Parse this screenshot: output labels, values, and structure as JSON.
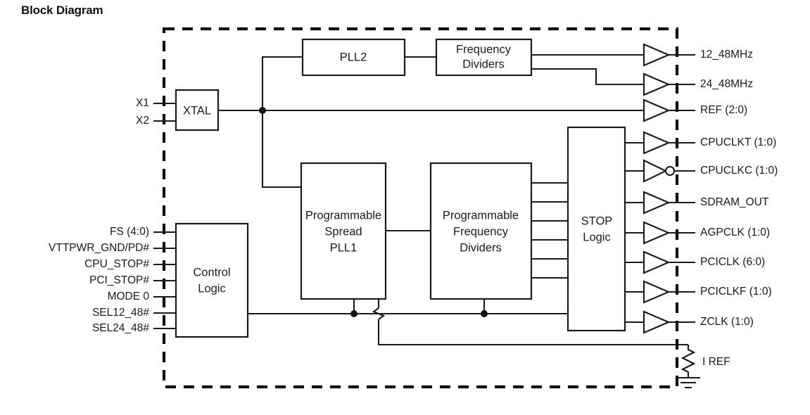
{
  "page": {
    "title": "Block Diagram",
    "background_color": "#ffffff",
    "line_color": "#1a1a1a"
  },
  "diagram": {
    "type": "block-diagram",
    "chip_boundary": {
      "style": "dashed",
      "note": "dashed rectangle denotes device package boundary"
    },
    "blocks": [
      {
        "id": "xtal",
        "label": "XTAL",
        "lines": [
          "XTAL"
        ]
      },
      {
        "id": "pll2",
        "label": "PLL2",
        "lines": [
          "PLL2"
        ]
      },
      {
        "id": "freqdiv",
        "label": "Frequency Dividers",
        "lines": [
          "Frequency",
          "Dividers"
        ]
      },
      {
        "id": "ctrl",
        "label": "Control Logic",
        "lines": [
          "Control",
          "Logic"
        ]
      },
      {
        "id": "pll1",
        "label": "Programmable Spread PLL1",
        "lines": [
          "Programmable",
          "Spread",
          "PLL1"
        ]
      },
      {
        "id": "progfreq",
        "label": "Programmable Frequency Dividers",
        "lines": [
          "Programmable",
          "Frequency",
          "Dividers"
        ]
      },
      {
        "id": "stop",
        "label": "STOP Logic",
        "lines": [
          "STOP",
          "Logic"
        ]
      }
    ],
    "inputs_left": [
      {
        "id": "x1",
        "label": "X1",
        "target": "xtal"
      },
      {
        "id": "x2",
        "label": "X2",
        "target": "xtal"
      },
      {
        "id": "fs",
        "label": "FS (4:0)",
        "target": "ctrl"
      },
      {
        "id": "vttpwr",
        "label": "VTTPWR_GND/PD#",
        "target": "ctrl"
      },
      {
        "id": "cpustop",
        "label": "CPU_STOP#",
        "target": "ctrl"
      },
      {
        "id": "pcistop",
        "label": "PCI_STOP#",
        "target": "ctrl"
      },
      {
        "id": "mode0",
        "label": "MODE 0",
        "target": "ctrl"
      },
      {
        "id": "sel12",
        "label": "SEL12_48#",
        "target": "ctrl"
      },
      {
        "id": "sel24",
        "label": "SEL24_48#",
        "target": "ctrl"
      }
    ],
    "outputs_right": [
      {
        "id": "o12_48",
        "label": "12_48MHz",
        "buffer": "non-inverting",
        "source": "freqdiv"
      },
      {
        "id": "o24_48",
        "label": "24_48MHz",
        "buffer": "non-inverting",
        "source": "freqdiv"
      },
      {
        "id": "oref",
        "label": "REF (2:0)",
        "buffer": "non-inverting",
        "source": "xtal"
      },
      {
        "id": "ocpuclkt",
        "label": "CPUCLKT (1:0)",
        "buffer": "non-inverting",
        "source": "stop"
      },
      {
        "id": "ocpuclkc",
        "label": "CPUCLKC (1:0)",
        "buffer": "inverting",
        "source": "stop"
      },
      {
        "id": "osdram",
        "label": "SDRAM_OUT",
        "buffer": "non-inverting",
        "source": "stop"
      },
      {
        "id": "oagp",
        "label": "AGPCLK (1:0)",
        "buffer": "non-inverting",
        "source": "stop"
      },
      {
        "id": "opci",
        "label": "PCICLK (6:0)",
        "buffer": "non-inverting",
        "source": "stop"
      },
      {
        "id": "opcif",
        "label": "PCICLKF (1:0)",
        "buffer": "non-inverting",
        "source": "stop"
      },
      {
        "id": "ozclk",
        "label": "ZCLK (1:0)",
        "buffer": "non-inverting",
        "source": "stop"
      }
    ],
    "iref": {
      "label": "I REF",
      "symbol": "resistor-to-ground"
    }
  }
}
